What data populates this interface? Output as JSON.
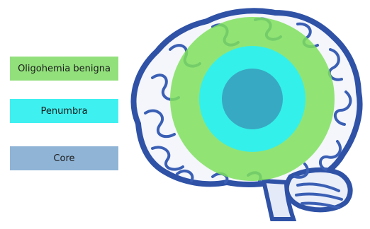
{
  "legend": [
    {
      "label": "Oligohemia benigna",
      "color": "#92e07c"
    },
    {
      "label": "Penumbra",
      "color": "#3ff0f0"
    },
    {
      "label": "Core",
      "color": "#8fb4d6"
    }
  ],
  "zones": {
    "oligohemia_color": "#7fe05c",
    "penumbra_color": "#2ff0f0",
    "core_color": "#38a9c2"
  },
  "brain": {
    "fill": "#f4f6fc",
    "outline": "#2f52a6",
    "gyri": "#3a5fb4"
  }
}
